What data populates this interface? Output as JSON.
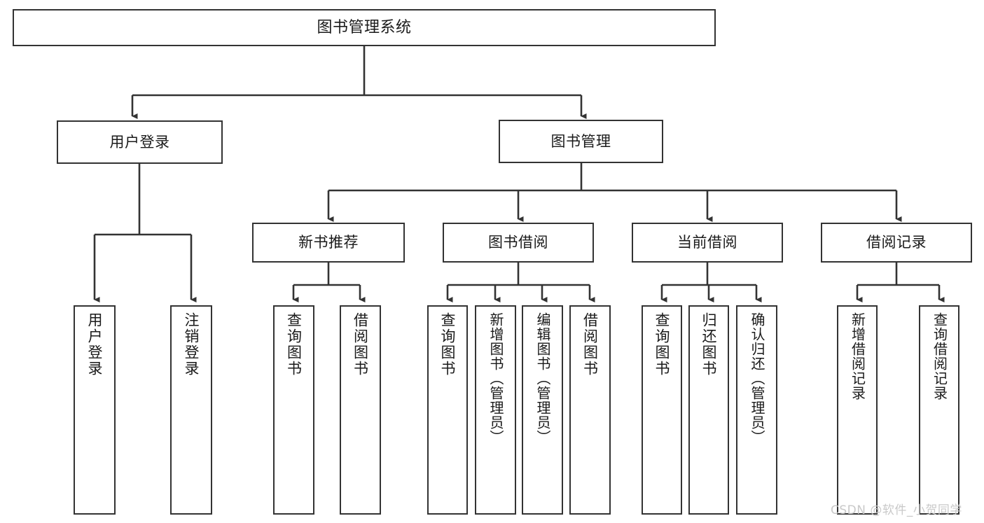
{
  "diagram": {
    "title": "图书管理系统",
    "type": "hierarchy-tree",
    "background_color": "#ffffff",
    "border_color": "#333333",
    "text_color": "#1a1a1a",
    "levels": 4,
    "root": {
      "label": "图书管理系统"
    },
    "level2": [
      {
        "label": "用户登录"
      },
      {
        "label": "图书管理"
      }
    ],
    "level3": [
      {
        "label": "新书推荐"
      },
      {
        "label": "图书借阅"
      },
      {
        "label": "当前借阅"
      },
      {
        "label": "借阅记录"
      }
    ],
    "leaves": {
      "user_login": [
        {
          "label": "用户登录"
        },
        {
          "label": "注销登录"
        }
      ],
      "new_book_recommend": [
        {
          "label": "查询图书"
        },
        {
          "label": "借阅图书"
        }
      ],
      "book_borrow": [
        {
          "label": "查询图书"
        },
        {
          "label": "新增图书（管理员）"
        },
        {
          "label": "编辑图书（管理员）"
        },
        {
          "label": "借阅图书"
        }
      ],
      "current_borrow": [
        {
          "label": "查询图书"
        },
        {
          "label": "归还图书"
        },
        {
          "label": "确认归还（管理员）"
        }
      ],
      "borrow_record": [
        {
          "label": "新增借阅记录"
        },
        {
          "label": "查询借阅记录"
        }
      ]
    }
  },
  "watermark": {
    "text": "CSDN @软件_小贺同学",
    "color": "#c9c9c9"
  }
}
